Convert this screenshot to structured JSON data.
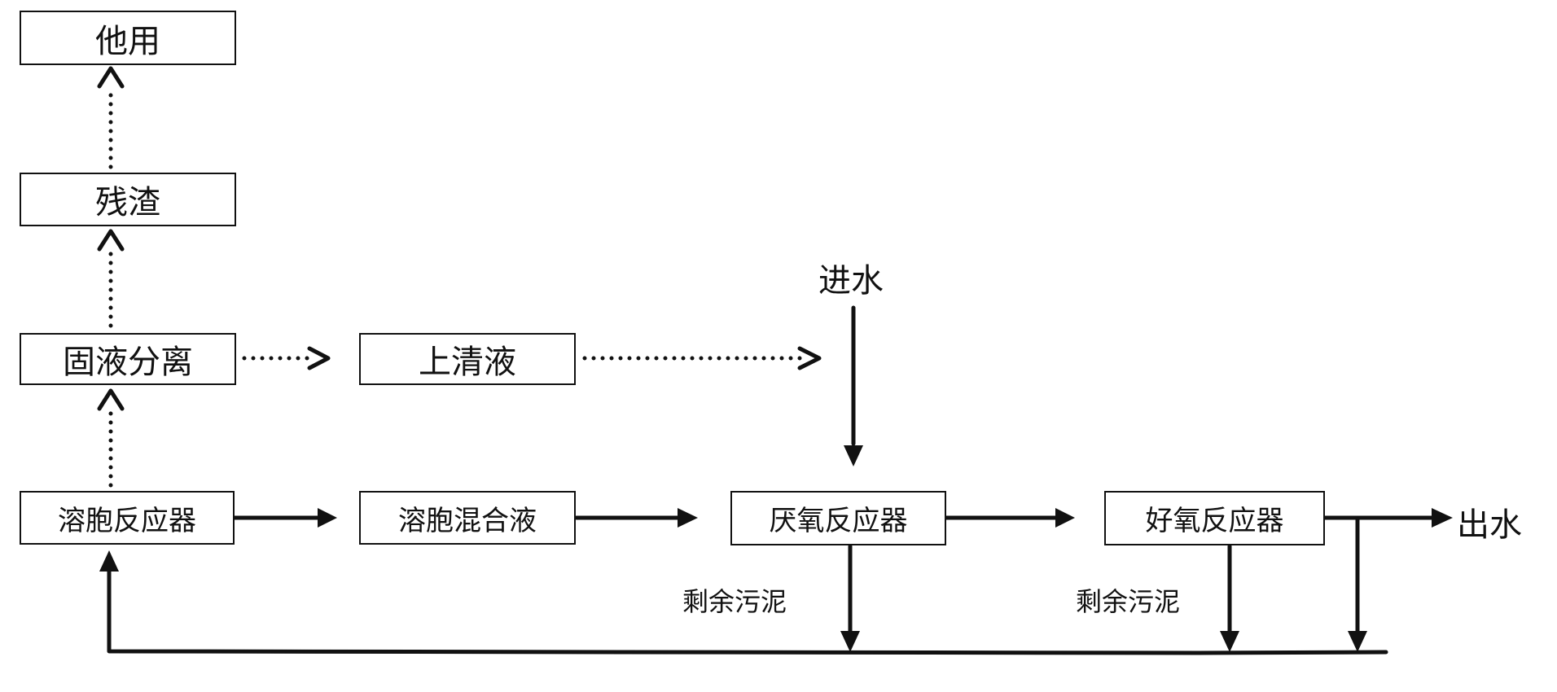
{
  "diagram": {
    "nodes": {
      "other_use": "他用",
      "residue": "残渣",
      "solid_liquid_separation": "固液分离",
      "supernatant": "上清液",
      "lysis_reactor": "溶胞反应器",
      "lysis_mixture": "溶胞混合液",
      "anaerobic_reactor": "厌氧反应器",
      "aerobic_reactor": "好氧反应器"
    },
    "labels": {
      "influent": "进水",
      "effluent": "出水",
      "excess_sludge_1": "剩余污泥",
      "excess_sludge_2": "剩余污泥"
    },
    "edges": [
      {
        "from": "lysis_reactor",
        "to": "solid_liquid_separation",
        "style": "dotted"
      },
      {
        "from": "solid_liquid_separation",
        "to": "residue",
        "style": "dotted"
      },
      {
        "from": "residue",
        "to": "other_use",
        "style": "dotted"
      },
      {
        "from": "solid_liquid_separation",
        "to": "supernatant",
        "style": "dotted"
      },
      {
        "from": "supernatant",
        "to": "influent",
        "style": "dotted"
      },
      {
        "from": "influent",
        "to": "anaerobic_reactor",
        "style": "solid"
      },
      {
        "from": "lysis_reactor",
        "to": "lysis_mixture",
        "style": "solid"
      },
      {
        "from": "lysis_mixture",
        "to": "anaerobic_reactor",
        "style": "solid"
      },
      {
        "from": "anaerobic_reactor",
        "to": "aerobic_reactor",
        "style": "solid"
      },
      {
        "from": "aerobic_reactor",
        "to": "effluent",
        "style": "solid"
      },
      {
        "from": "anaerobic_reactor",
        "to": "return_line",
        "style": "solid",
        "label": "excess_sludge_1"
      },
      {
        "from": "aerobic_reactor",
        "to": "return_line",
        "style": "solid",
        "label": "excess_sludge_2"
      },
      {
        "from": "effluent",
        "to": "return_line",
        "style": "solid"
      },
      {
        "from": "return_line",
        "to": "lysis_reactor",
        "style": "solid"
      }
    ],
    "colors": {
      "line": "#111111",
      "background": "#ffffff"
    }
  }
}
